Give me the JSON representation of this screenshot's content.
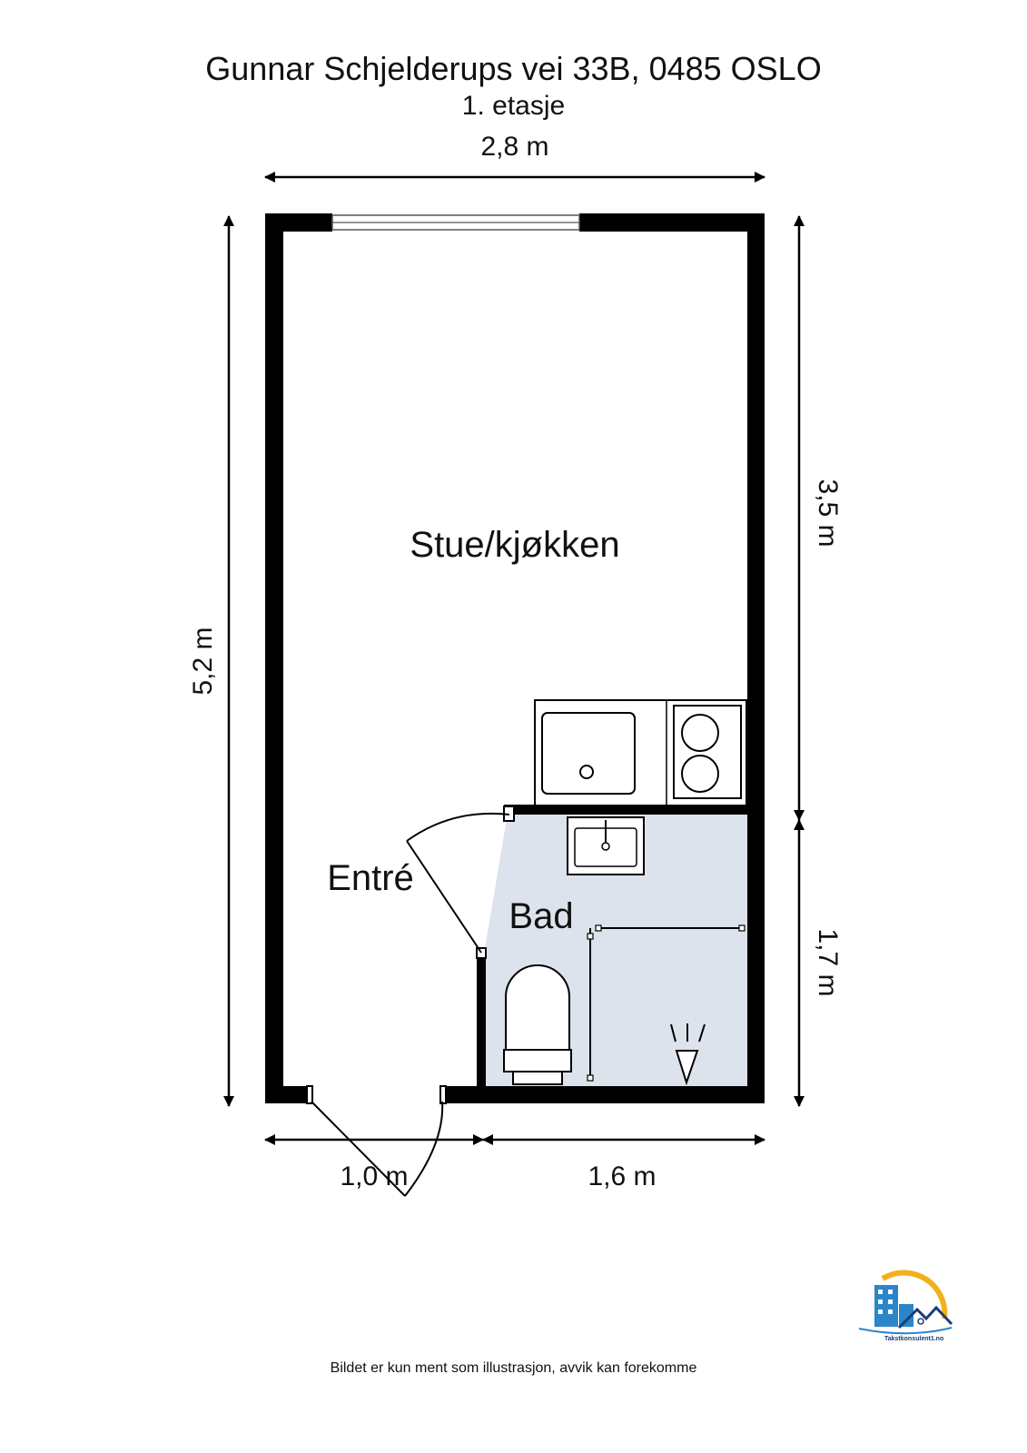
{
  "header": {
    "address": "Gunnar Schjelderups vei 33B, 0485 OSLO",
    "floor": "1. etasje"
  },
  "dimensions": {
    "top_width": "2,8 m",
    "left_height": "5,2 m",
    "right_upper": "3,5 m",
    "right_lower": "1,7 m",
    "bottom_left": "1,0 m",
    "bottom_right": "1,6 m"
  },
  "rooms": {
    "living": "Stue/kjøkken",
    "entrance": "Entré",
    "bathroom": "Bad"
  },
  "logo": {
    "caption": "Takstkonsulent1.no",
    "colors": {
      "building": "#2a86c8",
      "sun": "#f2b11a",
      "house": "#1d3c78"
    }
  },
  "colors": {
    "wall": "#000000",
    "bathroom_floor": "#dde3ec"
  },
  "footer": {
    "disclaimer": "Bildet er kun ment som illustrasjon, avvik kan forekomme"
  }
}
